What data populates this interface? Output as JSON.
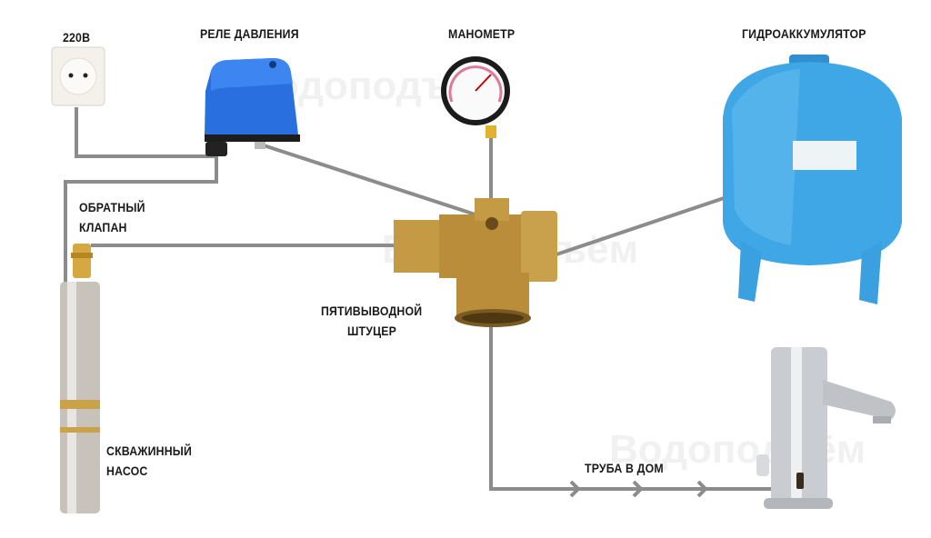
{
  "labels": {
    "socket": "220В",
    "relay": "РЕЛЕ ДАВЛЕНИЯ",
    "gauge": "МАНОМЕТР",
    "accumulator": "ГИДРОАККУМУЛЯТОР",
    "check_valve": [
      "ОБРАТНЫЙ",
      "КЛАПАН"
    ],
    "fitting": [
      "ПЯТИВЫВОДНОЙ",
      "ШТУЦЕР"
    ],
    "pump": [
      "СКВАЖИННЫЙ",
      "НАСОС"
    ],
    "pipe": "ТРУБА В ДОМ"
  },
  "watermark": "Водоподъём",
  "colors": {
    "line": "#8c8c8c",
    "relay_blue": "#2a6fe0",
    "tank_blue": "#3fa7e6",
    "brass": "#c49a45",
    "chrome": "#c9ccd0"
  }
}
